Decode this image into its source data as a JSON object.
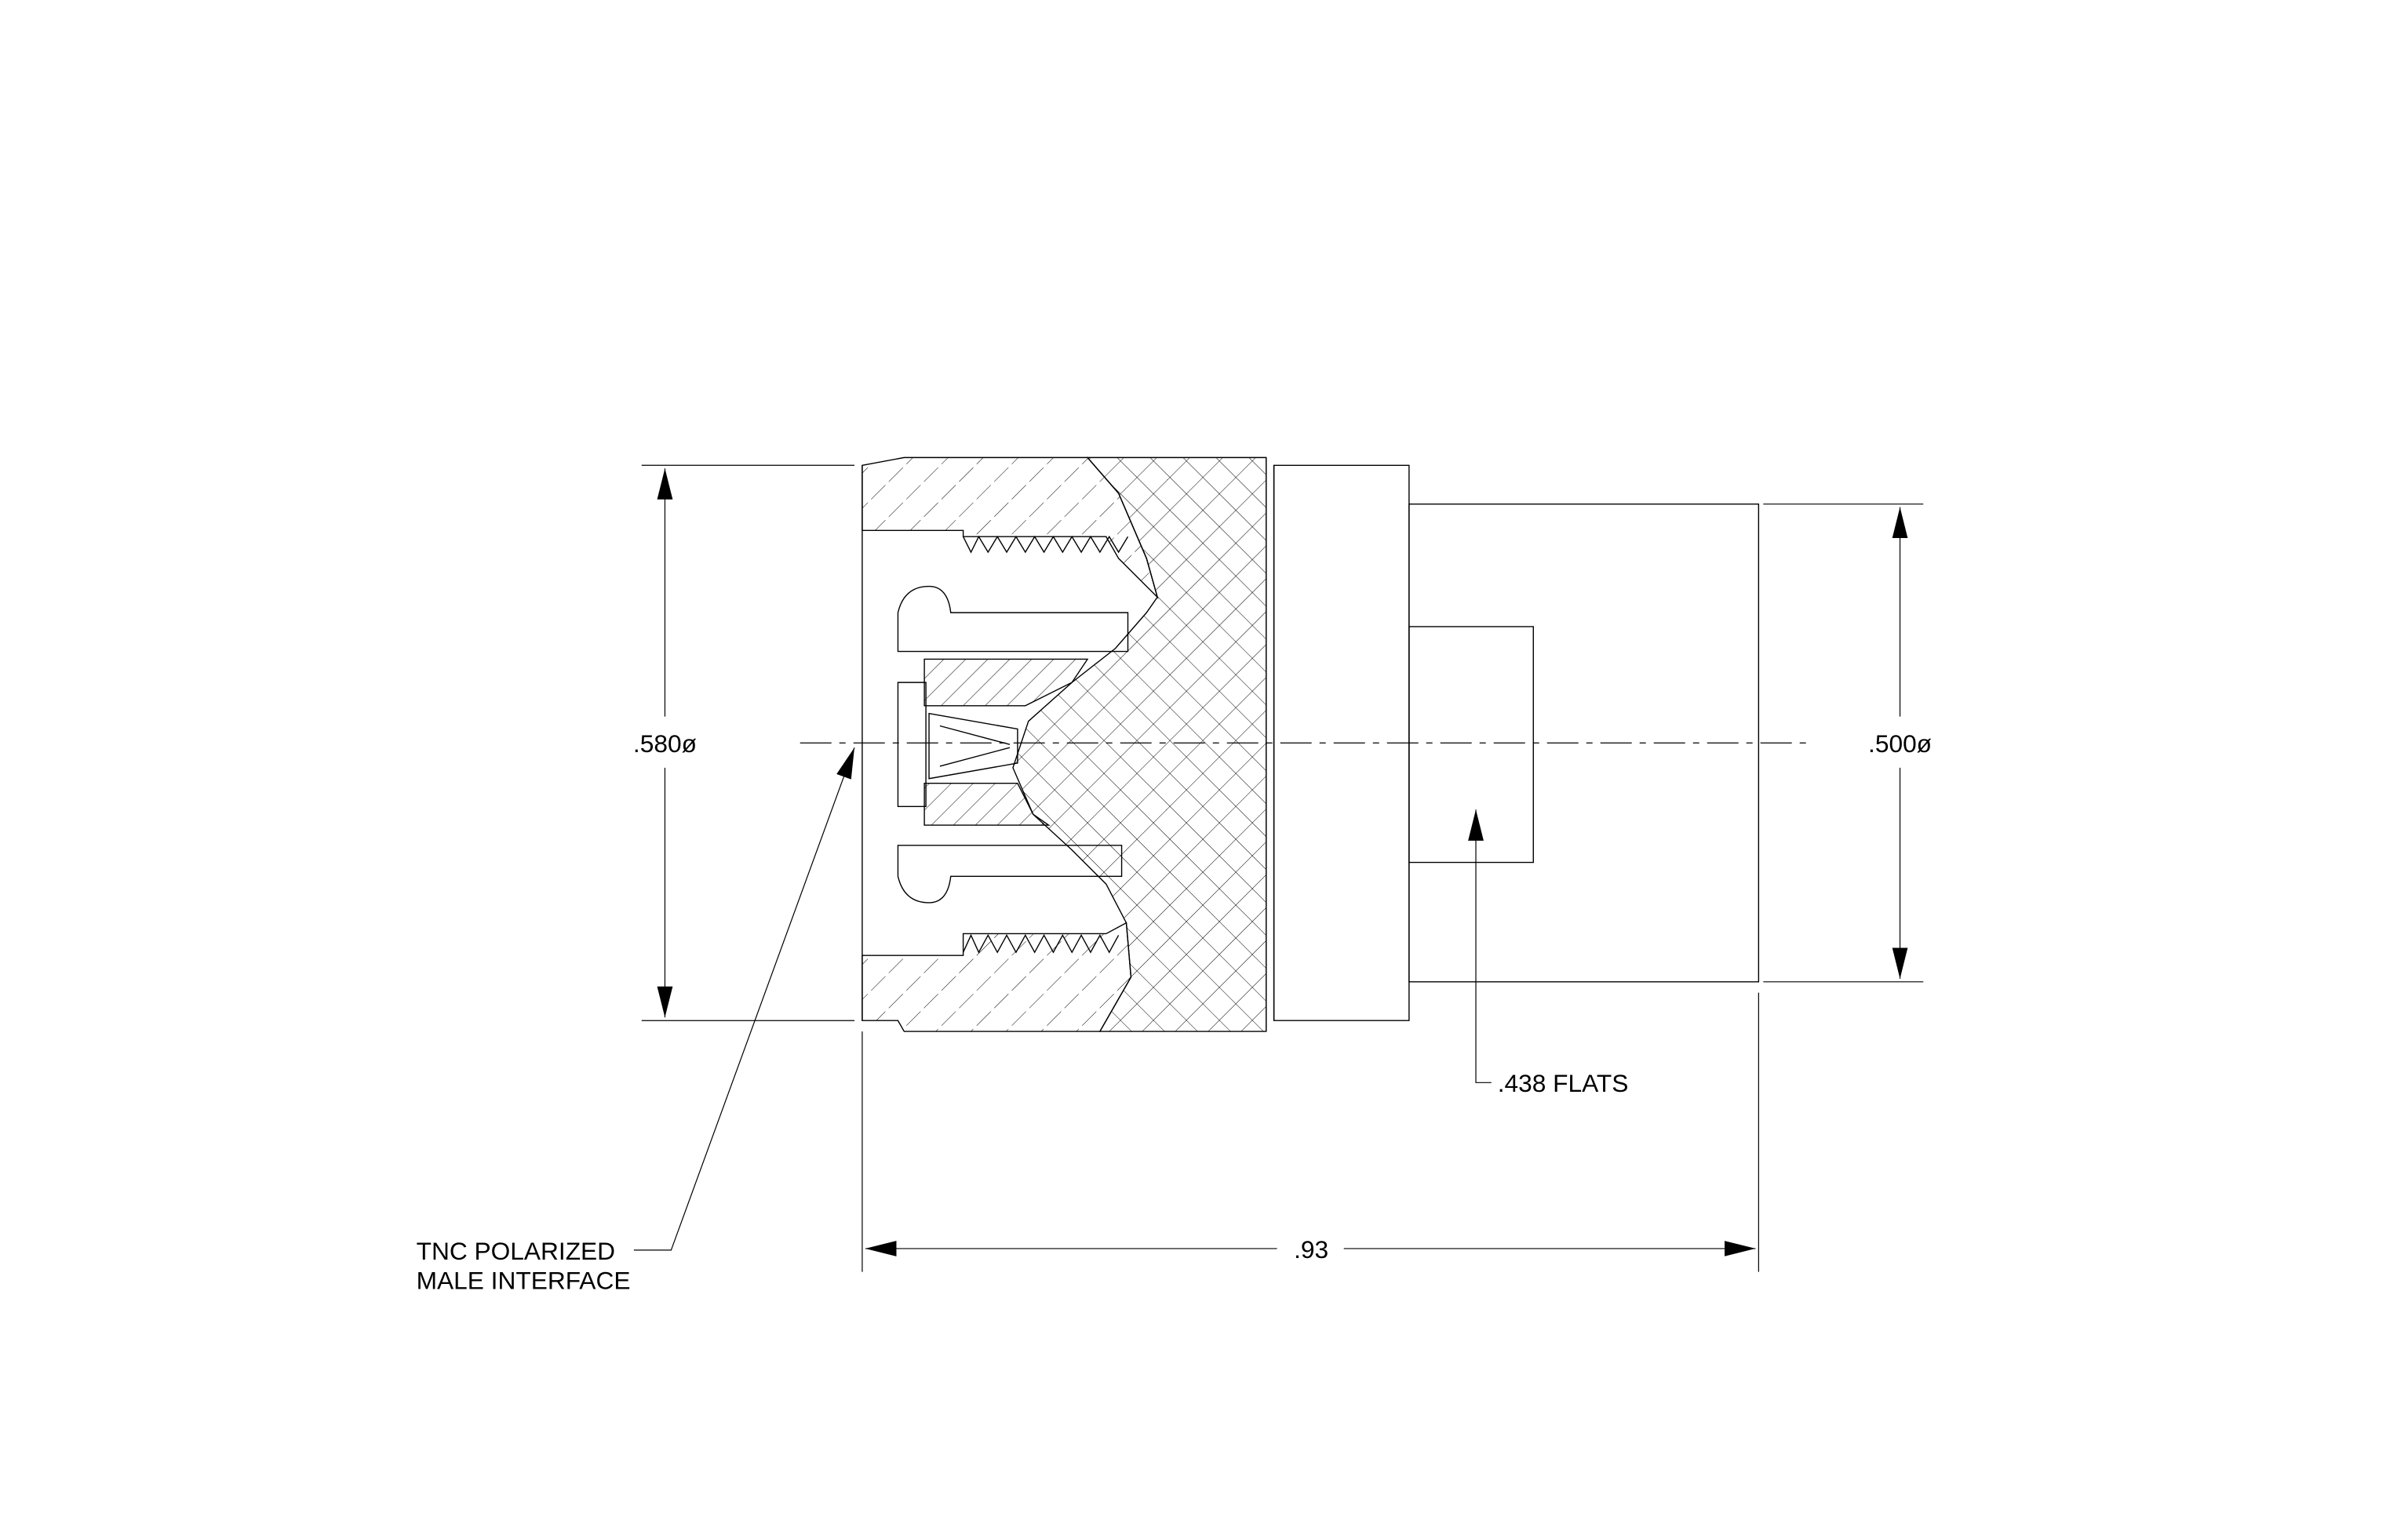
{
  "drawing": {
    "labels": {
      "dia_580": ".580ø",
      "dia_500": ".500ø",
      "flats": ".438 FLATS",
      "length": ".93",
      "interface_line1": "TNC POLARIZED",
      "interface_line2": "MALE INTERFACE"
    },
    "colors": {
      "line": "#000000",
      "background": "#ffffff"
    }
  }
}
